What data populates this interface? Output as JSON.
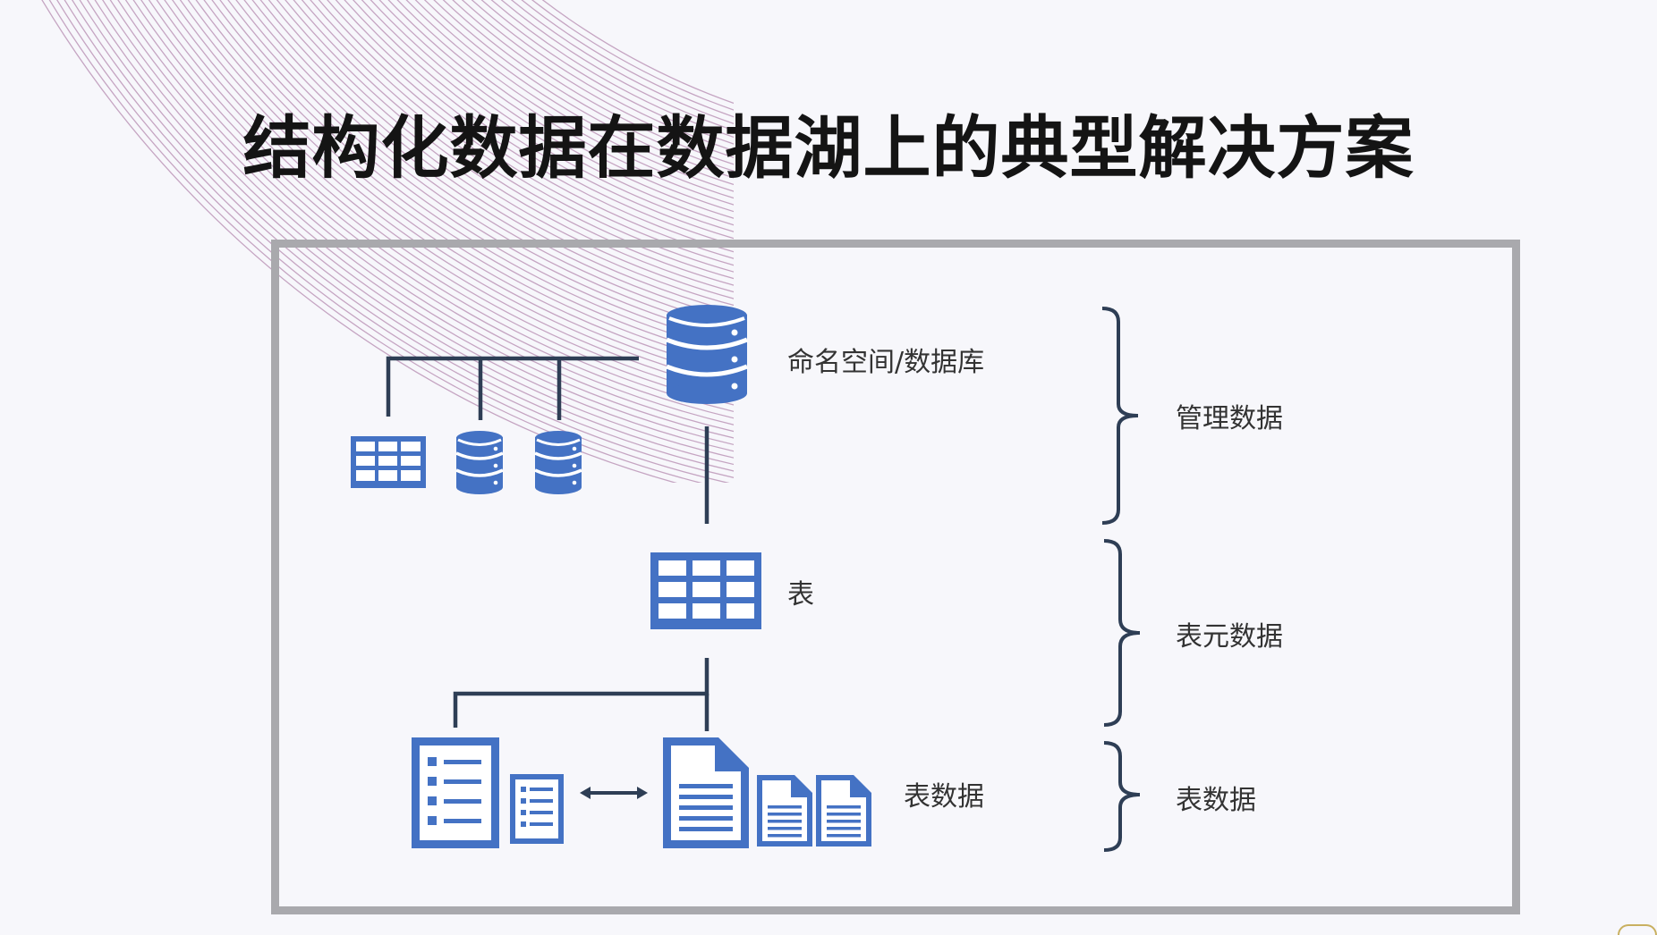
{
  "title": "结构化数据在数据湖上的典型解决方案",
  "colors": {
    "icon_blue": "#4472c4",
    "line_navy": "#2e3e55",
    "frame_gray": "#a9a9ad",
    "deco_purple": "#b58ab0"
  },
  "diagram": {
    "levels": [
      {
        "node_label": "命名空间/数据库",
        "icon": "database-icon",
        "group_label": "管理数据"
      },
      {
        "node_label": "表",
        "icon": "table-icon",
        "group_label": "表元数据"
      },
      {
        "node_label": "表数据",
        "icon": "document-icon",
        "group_label": "表数据"
      }
    ],
    "namespace_children_icons": [
      "table-icon",
      "database-icon",
      "database-icon"
    ],
    "table_data_icons": [
      "list-file-icon",
      "list-file-icon",
      "document-icon",
      "document-icon",
      "document-icon"
    ]
  }
}
